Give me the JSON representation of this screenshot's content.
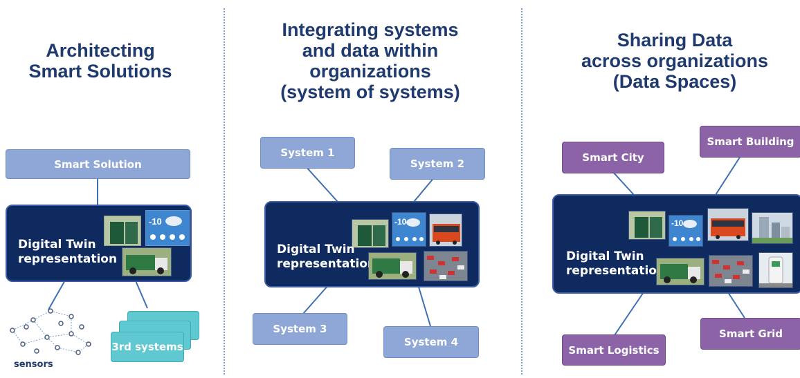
{
  "panels": [
    {
      "title": "Architecting\nSmart Solutions",
      "top_box": "Smart Solution",
      "dt_label": "Digital Twin\nrepresentation",
      "sensors_label": "sensors",
      "systems_label": "3rd systems",
      "weather_temp": "-10"
    },
    {
      "title": "Integrating systems\nand data within\norganizations\n(system of systems)",
      "systems": [
        "System 1",
        "System 2",
        "System 3",
        "System 4"
      ],
      "dt_label": "Digital Twin\nrepresentation",
      "weather_temp": "-10"
    },
    {
      "title": "Sharing Data\nacross organizations\n(Data Spaces)",
      "domains": [
        "Smart City",
        "Smart Building",
        "Smart Logistics",
        "Smart Grid"
      ],
      "dt_label": "Digital Twin\nrepresentation",
      "weather_temp": "-10"
    }
  ],
  "colors": {
    "title": "#1f3a6e",
    "dt_bg": "#0f2a5e",
    "blue_box": "#8ea7d6",
    "purple_box": "#8c63a6",
    "teal_box": "#5fc8d0",
    "divider": "#7aa0d8"
  }
}
